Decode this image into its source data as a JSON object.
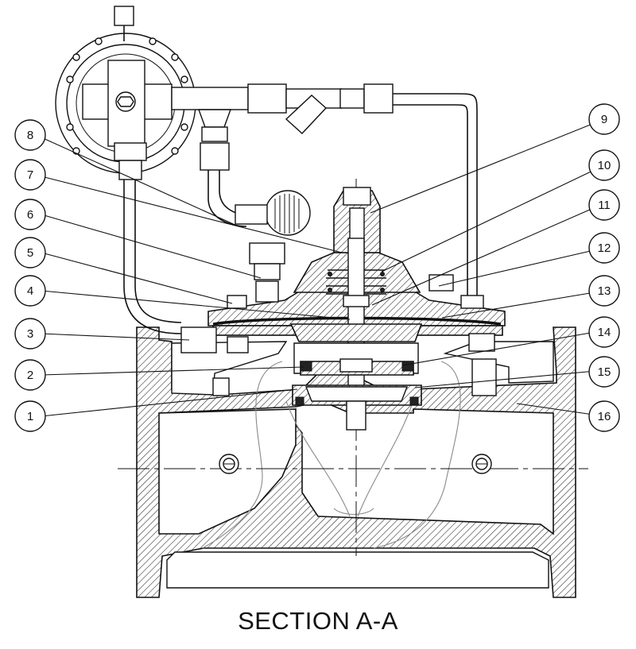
{
  "title": "SECTION A-A",
  "callouts": [
    {
      "number": "1"
    },
    {
      "number": "2"
    },
    {
      "number": "3"
    },
    {
      "number": "4"
    },
    {
      "number": "5"
    },
    {
      "number": "6"
    },
    {
      "number": "7"
    },
    {
      "number": "8"
    },
    {
      "number": "9"
    },
    {
      "number": "10"
    },
    {
      "number": "11"
    },
    {
      "number": "12"
    },
    {
      "number": "13"
    },
    {
      "number": "14"
    },
    {
      "number": "15"
    },
    {
      "number": "16"
    }
  ]
}
